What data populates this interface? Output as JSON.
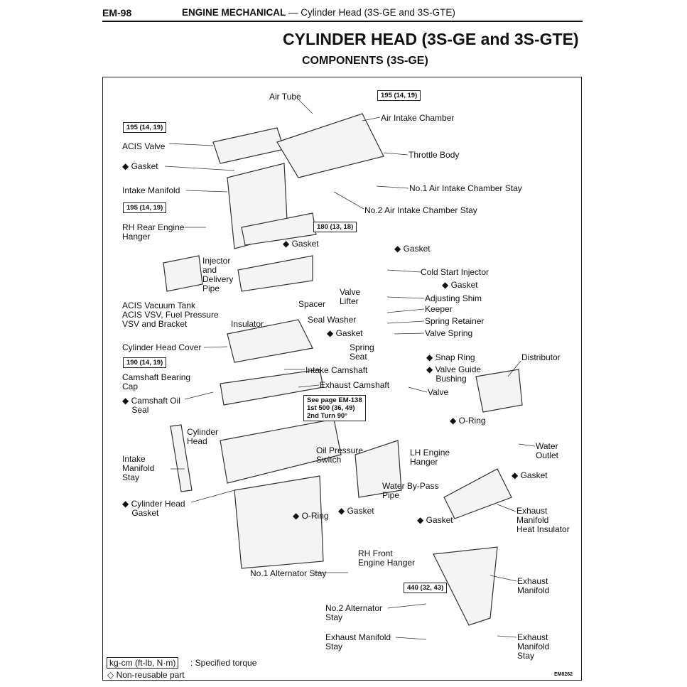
{
  "header": {
    "page_code": "EM-98",
    "section": "ENGINE MECHANICAL",
    "section_sub": " — Cylinder Head (3S-GE and 3S-GTE)"
  },
  "title": "CYLINDER HEAD (3S-GE and 3S-GTE)",
  "subtitle": "COMPONENTS (3S-GE)",
  "labels": [
    "Air Tube",
    "Air Intake Chamber",
    "ACIS Valve",
    "◆ Gasket",
    "Throttle Body",
    "Intake Manifold",
    "No.1 Air Intake Chamber Stay",
    "No.2 Air Intake Chamber Stay",
    "RH Rear Engine\nHanger",
    "◆ Gasket",
    "◆ Gasket",
    "Injector\nand\nDelivery\nPipe",
    "Cold Start Injector",
    "◆ Gasket",
    "Valve\nLifter",
    "Adjusting Shim",
    "ACIS Vacuum Tank\nACIS VSV, Fuel Pressure\nVSV and Bracket",
    "Spacer",
    "Keeper",
    "Insulator",
    "Seal Washer",
    "Spring Retainer",
    "◆ Gasket",
    "Valve Spring",
    "Cylinder Head Cover",
    "Spring\nSeat",
    "◆ Snap Ring",
    "Distributor",
    "Intake Camshaft",
    "◆ Valve Guide\n    Bushing",
    "Camshaft Bearing\nCap",
    "Exhaust Camshaft",
    "Valve",
    "◆ Camshaft Oil\n    Seal",
    "◆ O-Ring",
    "Cylinder\nHead",
    "Water\nOutlet",
    "Oil Pressure\nSwitch",
    "LH Engine\nHanger",
    "Intake\nManifold\nStay",
    "◆ Gasket",
    "Water By-Pass\nPipe",
    "◆ Cylinder Head\n    Gasket",
    "◆ Gasket",
    "Exhaust\nManifold\nHeat Insulator",
    "◆ O-Ring",
    "◆ Gasket",
    "RH Front\nEngine Hanger",
    "No.1 Alternator Stay",
    "Exhaust\nManifold",
    "No.2 Alternator\nStay",
    "Exhaust Manifold\nStay",
    "Exhaust\nManifold\nStay"
  ],
  "torques": [
    "195 (14, 19)",
    "195 (14, 19)",
    "195 (14, 19)",
    "180 (13, 18)",
    "190 (14, 19)",
    "See page EM-138\n1st 500 (36, 49)\n2nd Turn 90°",
    "440 (32, 43)"
  ],
  "legend": {
    "unit_box": "kg-cm (ft-lb, N·m)",
    "unit_text": ": Specified torque",
    "non_reusable": "◇ Non-reusable part"
  },
  "figure_code": "EM8262"
}
